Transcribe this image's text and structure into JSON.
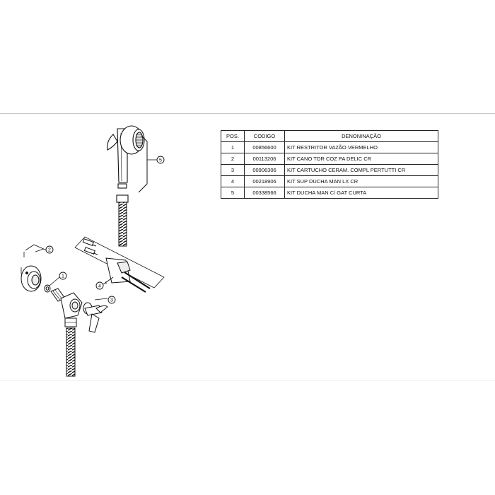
{
  "table": {
    "headers": [
      "POS.",
      "CODIGO",
      "DENONINAÇÃO"
    ],
    "rows": [
      {
        "pos": "1",
        "code": "00856600",
        "desc": "KIT RESTRITOR VAZÃO VERMELHO"
      },
      {
        "pos": "2",
        "code": "00113206",
        "desc": "KIT CANO TOR COZ PA DELIC CR"
      },
      {
        "pos": "3",
        "code": "00906306",
        "desc": "KIT CARTUCHO CERAM. COMPL PERTUTTI CR"
      },
      {
        "pos": "4",
        "code": "00218906",
        "desc": "KIT SUP DUCHA MAN LX CR"
      },
      {
        "pos": "5",
        "code": "00338566",
        "desc": "KIT DUCHA MAN C/ GAT CURTA"
      }
    ]
  },
  "callouts": [
    "1",
    "2",
    "3",
    "4",
    "5"
  ]
}
